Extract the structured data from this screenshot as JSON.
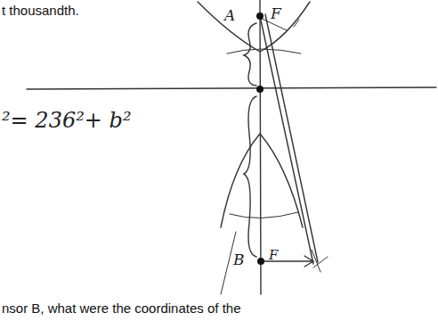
{
  "diagram": {
    "labels": [
      "t thousandth.",
      "A",
      "F",
      "²= 236²+ b²",
      "B",
      "F",
      "nsor B, what were the coordinates of the"
    ]
  }
}
